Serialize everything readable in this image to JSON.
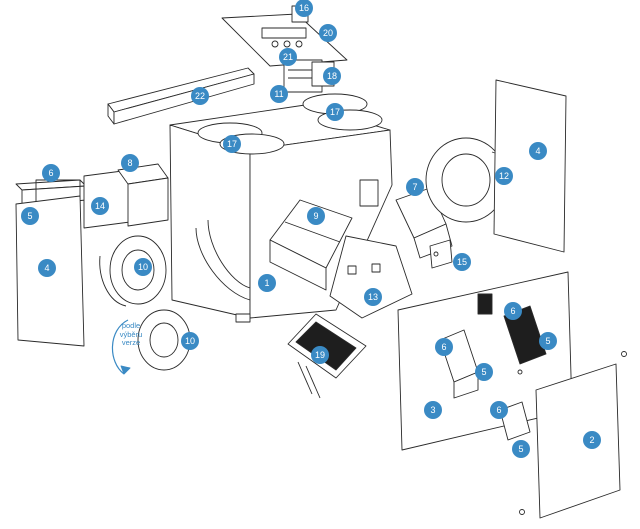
{
  "diagram": {
    "accent_color": "#3a8ac4",
    "line_color": "#2a2a2a",
    "note": {
      "lines": [
        "podle",
        "výběru",
        "verze"
      ]
    },
    "callouts": [
      {
        "id": "c1",
        "label": "1"
      },
      {
        "id": "c2",
        "label": "2"
      },
      {
        "id": "c3",
        "label": "3"
      },
      {
        "id": "c4a",
        "label": "4"
      },
      {
        "id": "c4b",
        "label": "4"
      },
      {
        "id": "c5a",
        "label": "5"
      },
      {
        "id": "c5b",
        "label": "5"
      },
      {
        "id": "c5c",
        "label": "5"
      },
      {
        "id": "c5d",
        "label": "5"
      },
      {
        "id": "c6a",
        "label": "6"
      },
      {
        "id": "c6b",
        "label": "6"
      },
      {
        "id": "c6c",
        "label": "6"
      },
      {
        "id": "c6d",
        "label": "6"
      },
      {
        "id": "c7",
        "label": "7"
      },
      {
        "id": "c8",
        "label": "8"
      },
      {
        "id": "c9",
        "label": "9"
      },
      {
        "id": "c10a",
        "label": "10"
      },
      {
        "id": "c10b",
        "label": "10"
      },
      {
        "id": "c11",
        "label": "11"
      },
      {
        "id": "c12",
        "label": "12"
      },
      {
        "id": "c13",
        "label": "13"
      },
      {
        "id": "c14",
        "label": "14"
      },
      {
        "id": "c15",
        "label": "15"
      },
      {
        "id": "c16",
        "label": "16"
      },
      {
        "id": "c17a",
        "label": "17"
      },
      {
        "id": "c17b",
        "label": "17"
      },
      {
        "id": "c18",
        "label": "18"
      },
      {
        "id": "c19",
        "label": "19"
      },
      {
        "id": "c20",
        "label": "20"
      },
      {
        "id": "c21",
        "label": "21"
      },
      {
        "id": "c22",
        "label": "22"
      }
    ]
  }
}
